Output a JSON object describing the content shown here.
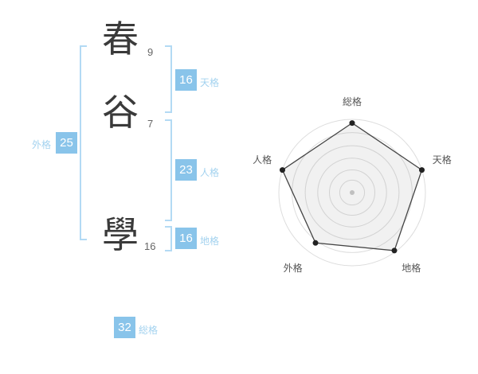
{
  "accent": "#89c4ea",
  "bracket_color": "#b3daf4",
  "name": {
    "chars": [
      {
        "char": "春",
        "strokes": "9"
      },
      {
        "char": "谷",
        "strokes": "7"
      },
      {
        "char": "學",
        "strokes": "16"
      }
    ]
  },
  "kaku": {
    "tenkaku": {
      "label": "天格",
      "value": "16"
    },
    "jinkaku": {
      "label": "人格",
      "value": "23"
    },
    "chikaku": {
      "label": "地格",
      "value": "16"
    },
    "gaikaku": {
      "label": "外格",
      "value": "25"
    },
    "soukaku": {
      "label": "総格",
      "value": "32"
    }
  },
  "chart_data": {
    "type": "radar",
    "categories": [
      "総格",
      "天格",
      "地格",
      "外格",
      "人格"
    ],
    "values": [
      95,
      100,
      98,
      85,
      100
    ],
    "max": 100,
    "rings": [
      1,
      0.82,
      0.64,
      0.47,
      0.31,
      0.17
    ],
    "grid": "circular",
    "legend": "none",
    "title": "",
    "point_color": "#222222",
    "line_color": "#444444",
    "grid_color": "#dddddd",
    "fill_color": "rgba(120,120,120,0.10)",
    "label_color": "#555555"
  }
}
